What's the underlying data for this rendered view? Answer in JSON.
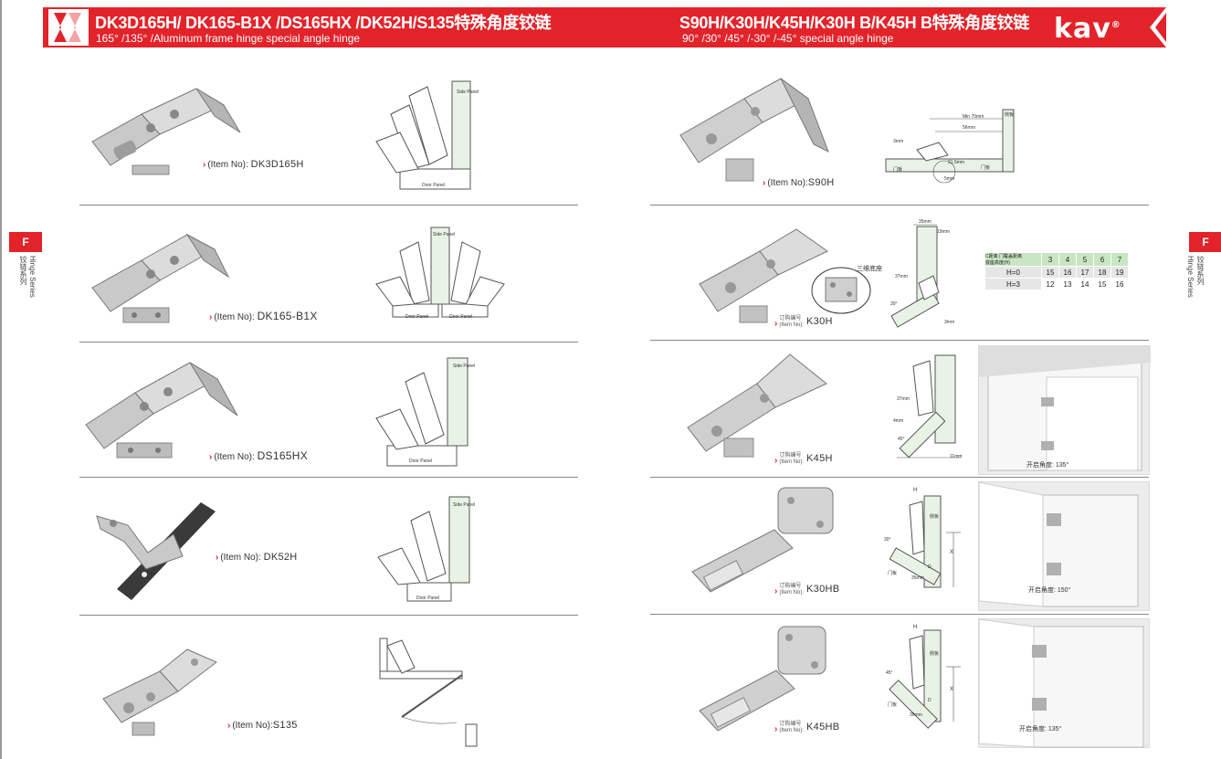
{
  "header": {
    "left_title": "DK3D165H/ DK165-B1X /DS165HX /DK52H/S135特殊角度铰链",
    "left_subtitle": "165° /135° /Aluminum frame hinge special angle hinge",
    "right_title": "S90H/K30H/K45H/K30H B/K45H B特殊角度铰链",
    "right_subtitle": "90° /30° /45° /-30° /-45° special angle hinge",
    "brand": "kav",
    "brand_mark": "®"
  },
  "side_tabs": {
    "left_letter": "F",
    "left_cn": "铰链系列",
    "left_en": "Hinge Series",
    "right_letter": "F",
    "right_cn": "铰链系列",
    "right_en": "Hinge Series"
  },
  "diagram_labels": {
    "side_panel": "Side Panel",
    "door_panel": "Door Panel"
  },
  "left_items": [
    {
      "prefix": "(Item No):",
      "code": "DK3D165H"
    },
    {
      "prefix": "(Item No):",
      "code": "DK165-B1X"
    },
    {
      "prefix": "(Item No):",
      "code": "DS165HX"
    },
    {
      "prefix": "(Item No):",
      "code": "DK52H"
    },
    {
      "prefix": "(Item No):",
      "code": "S135"
    }
  ],
  "right_items": [
    {
      "cn": "",
      "prefix": "(Item No):",
      "code": "S90H"
    },
    {
      "cn": "订购编号",
      "prefix": "(Item No):",
      "code": "K30H"
    },
    {
      "cn": "订购编号",
      "prefix": "(Item No):",
      "code": "K45H"
    },
    {
      "cn": "订购编号",
      "prefix": "(Item No):",
      "code": "K30HB"
    },
    {
      "cn": "订购编号",
      "prefix": "(Item No):",
      "code": "K45HB"
    }
  ],
  "k30h_extra": {
    "base_label": "三维底座"
  },
  "s90h_drawing": {
    "min_label": "Min 70mm",
    "dim1": "56mm",
    "dim2": "21.5mm",
    "dim3": "5mm",
    "dim4": "3mm",
    "cn_side": "侧板",
    "cn_door": "门板",
    "cn_door2": "门板"
  },
  "k30h_drawing": {
    "dim_top": "35mm",
    "dim_right": "19mm",
    "dim_left": "37mm",
    "dim_bottom": "3mm",
    "angle": "30°"
  },
  "k45h_drawing": {
    "dim_left": "37mm",
    "dim_lower": "4mm",
    "dim_bottom": "11mm",
    "angle": "45°"
  },
  "khb_drawing": {
    "h": "H",
    "x": "X",
    "d": "D",
    "door_cn": "门板",
    "side_cn": "侧板",
    "dim": "35mm",
    "angle30": "30°",
    "angle45": "45°"
  },
  "spec_table": {
    "diag_top": "C距离",
    "diag_mid": "门覆盖距离",
    "diag_bot": "底座高度(H)",
    "columns": [
      "3",
      "4",
      "5",
      "6",
      "7"
    ],
    "rows": [
      {
        "label": "H=0",
        "values": [
          "15",
          "16",
          "17",
          "18",
          "19"
        ]
      },
      {
        "label": "H=3",
        "values": [
          "12",
          "13",
          "14",
          "15",
          "16"
        ]
      }
    ]
  },
  "photo_captions": [
    "开启角度: 135°",
    "开启角度: 150°",
    "开启角度: 135°"
  ]
}
